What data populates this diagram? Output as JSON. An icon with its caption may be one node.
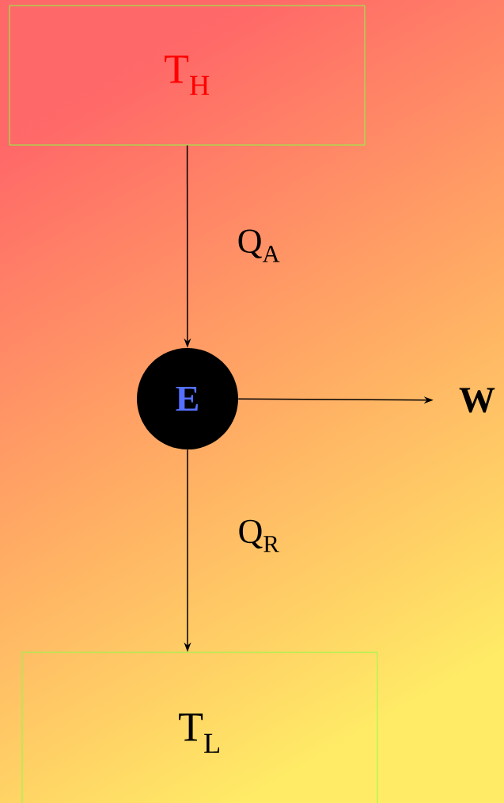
{
  "diagram": {
    "nodes": [
      {
        "text": [
          "T$_{H}$"
        ]
      },
      {
        "text": [
          "E"
        ]
      },
      {
        "text": [
          "W"
        ]
      },
      {
        "text": [
          "T$_{L}$"
        ]
      }
    ],
    "edges": [
      {
        "from": 0,
        "to": 1,
        "arrow": "to",
        "label": "Q$_{A}$"
      },
      {
        "from": 1,
        "to": 2,
        "arrow": "to"
      },
      {
        "from": 1,
        "to": 3,
        "arrow": "to",
        "label": "Q$_{R}$"
      }
    ]
  }
}
